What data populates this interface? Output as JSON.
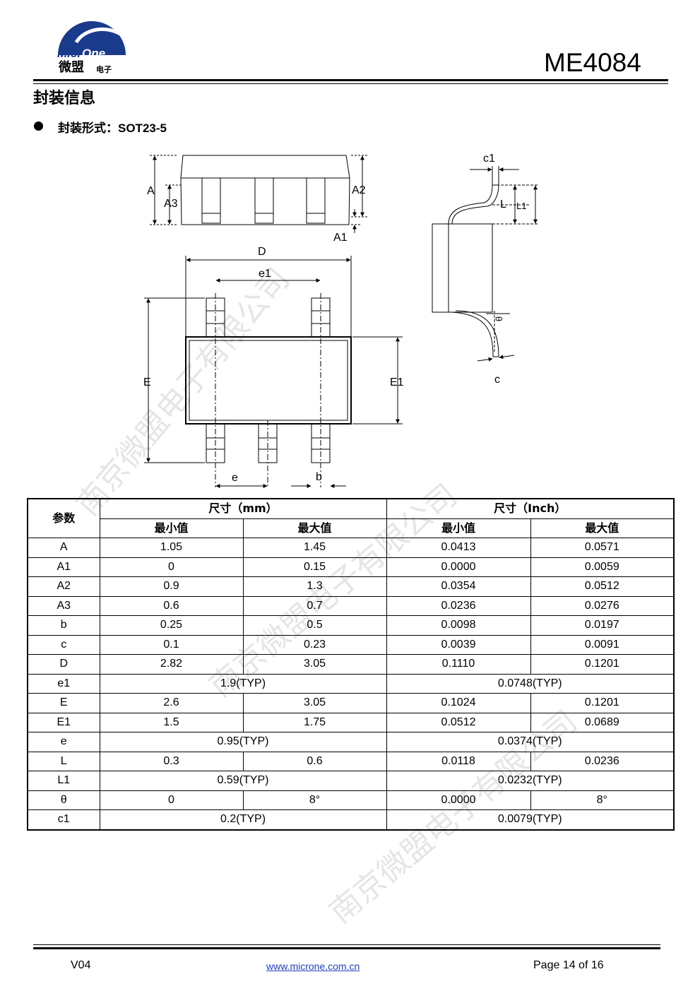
{
  "header": {
    "logo_text_en_a": "Micr",
    "logo_text_en_b": "One",
    "logo_text_cn": "微盟",
    "logo_text_cn_small": "电子",
    "part_number": "ME4084",
    "colors": {
      "logo_blue": "#1a3a8c",
      "link_blue": "#1f3fbf"
    }
  },
  "section": {
    "title": "封装信息",
    "bullet_label": "封装形式：",
    "bullet_value": "SOT23-5"
  },
  "diagram_labels": {
    "A": "A",
    "A1": "A1",
    "A2": "A2",
    "A3": "A3",
    "D": "D",
    "e1": "e1",
    "E": "E",
    "E1": "E1",
    "e": "e",
    "b": "b",
    "c1": "c1",
    "L": "L",
    "L1": "L1",
    "theta": "θ",
    "c": "c"
  },
  "table": {
    "param_header": "参数",
    "mm_header": "尺寸（mm）",
    "inch_header": "尺寸（Inch）",
    "min_label": "最小值",
    "max_label": "最大值",
    "rows": [
      {
        "p": "A",
        "mm_min": "1.05",
        "mm_max": "1.45",
        "in_min": "0.0413",
        "in_max": "0.0571"
      },
      {
        "p": "A1",
        "mm_min": "0",
        "mm_max": "0.15",
        "in_min": "0.0000",
        "in_max": "0.0059"
      },
      {
        "p": "A2",
        "mm_min": "0.9",
        "mm_max": "1.3",
        "in_min": "0.0354",
        "in_max": "0.0512"
      },
      {
        "p": "A3",
        "mm_min": "0.6",
        "mm_max": "0.7",
        "in_min": "0.0236",
        "in_max": "0.0276"
      },
      {
        "p": "b",
        "mm_min": "0.25",
        "mm_max": "0.5",
        "in_min": "0.0098",
        "in_max": "0.0197"
      },
      {
        "p": "c",
        "mm_min": "0.1",
        "mm_max": "0.23",
        "in_min": "0.0039",
        "in_max": "0.0091"
      },
      {
        "p": "D",
        "mm_min": "2.82",
        "mm_max": "3.05",
        "in_min": "0.1110",
        "in_max": "0.1201"
      },
      {
        "p": "e1",
        "mm_typ": "1.9(TYP)",
        "in_typ": "0.0748(TYP)"
      },
      {
        "p": "E",
        "mm_min": "2.6",
        "mm_max": "3.05",
        "in_min": "0.1024",
        "in_max": "0.1201"
      },
      {
        "p": "E1",
        "mm_min": "1.5",
        "mm_max": "1.75",
        "in_min": "0.0512",
        "in_max": "0.0689"
      },
      {
        "p": "e",
        "mm_typ": "0.95(TYP)",
        "in_typ": "0.0374(TYP)"
      },
      {
        "p": "L",
        "mm_min": "0.3",
        "mm_max": "0.6",
        "in_min": "0.0118",
        "in_max": "0.0236"
      },
      {
        "p": "L1",
        "mm_typ": "0.59(TYP)",
        "in_typ": "0.0232(TYP)"
      },
      {
        "p": "θ",
        "mm_min": "0",
        "mm_max": "8°",
        "in_min": "0.0000",
        "in_max": "8°"
      },
      {
        "p": "c1",
        "mm_typ": "0.2(TYP)",
        "in_typ": "0.0079(TYP)"
      }
    ]
  },
  "watermark": "南京微盟电子有限公司",
  "footer": {
    "version": "V04",
    "url": "www.microne.com.cn",
    "page": "Page 14 of 16"
  }
}
